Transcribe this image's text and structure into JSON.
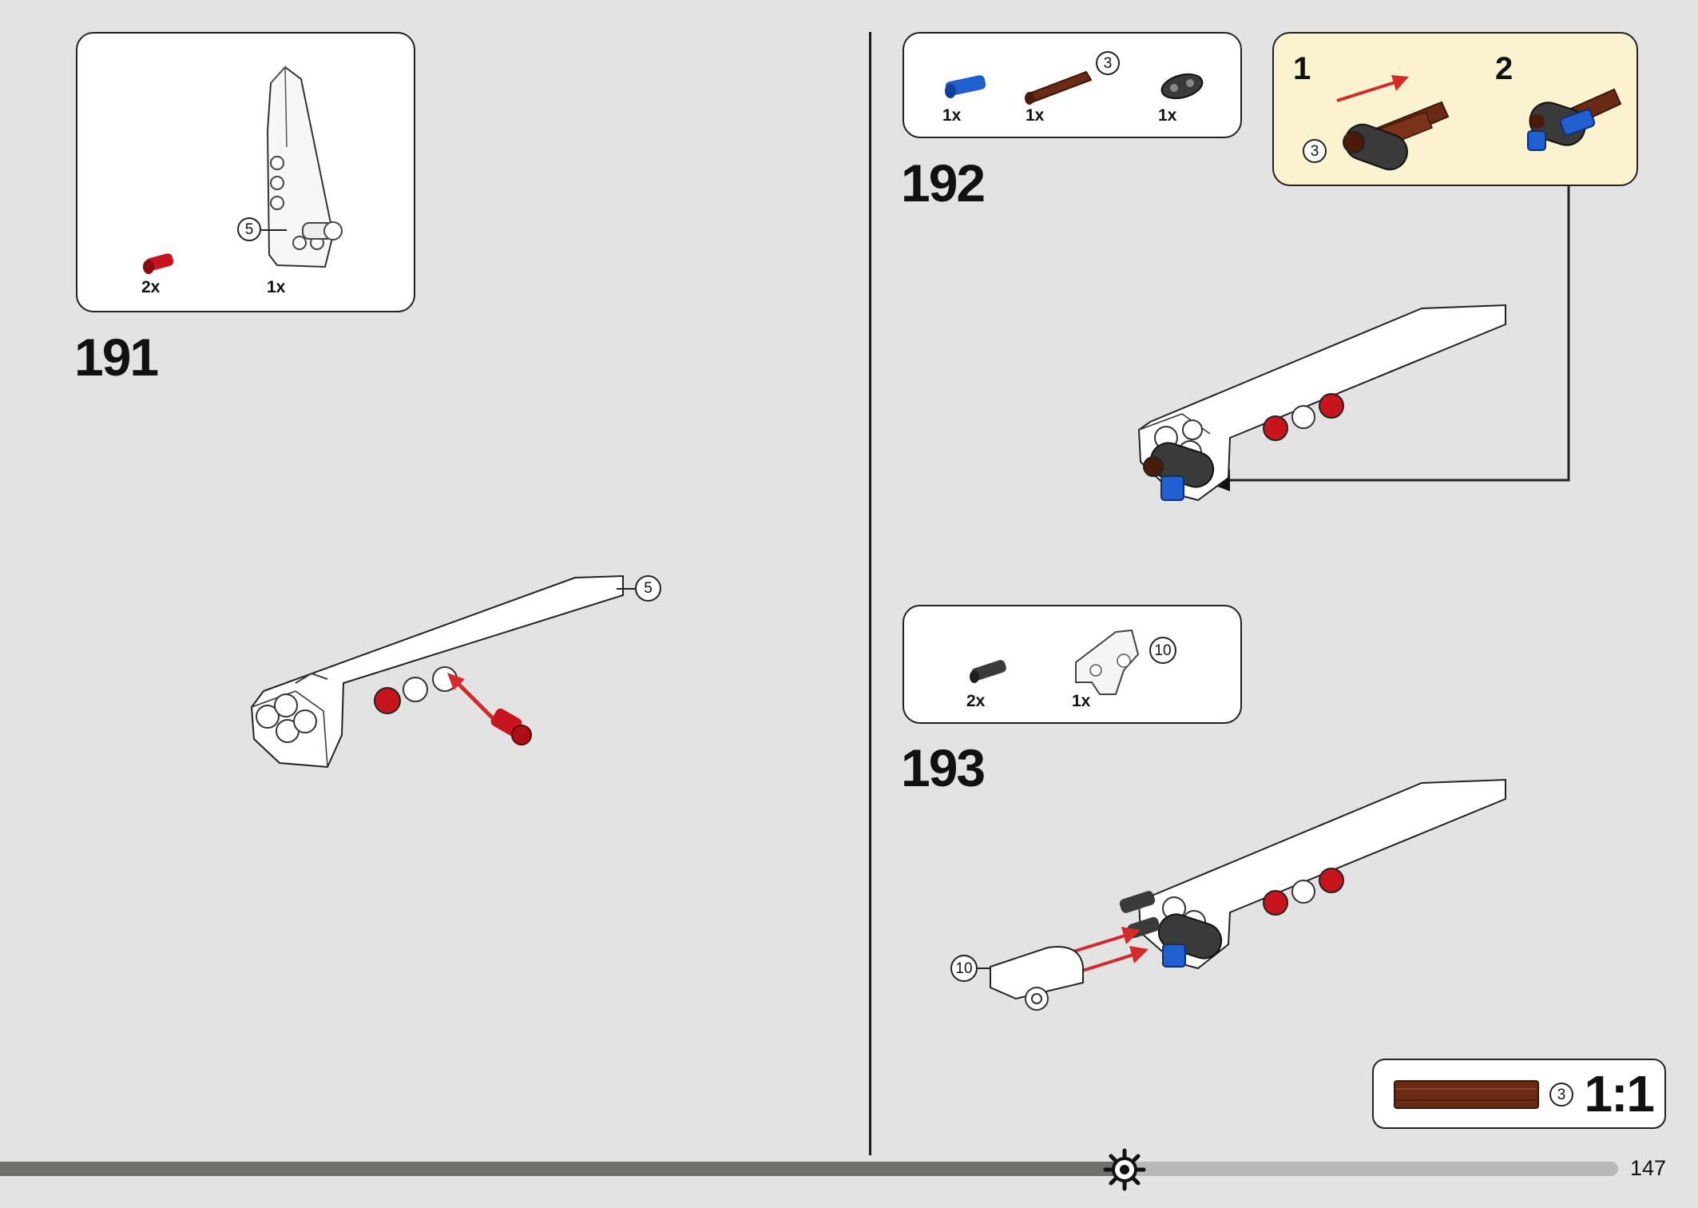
{
  "page": {
    "number": "147",
    "progress": 0.695
  },
  "steps": [
    {
      "number": "191",
      "parts": [
        {
          "qty": "2x",
          "name": "red-pin"
        },
        {
          "qty": "1x",
          "name": "white-panel",
          "callout": "5"
        }
      ],
      "assembly_callouts": [
        "5"
      ]
    },
    {
      "number": "192",
      "parts": [
        {
          "qty": "1x",
          "name": "blue-pin"
        },
        {
          "qty": "1x",
          "name": "brown-axle",
          "callout": "3"
        },
        {
          "qty": "1x",
          "name": "black-connector"
        }
      ],
      "substeps": [
        {
          "number": "1",
          "callout": "3"
        },
        {
          "number": "2"
        }
      ]
    },
    {
      "number": "193",
      "parts": [
        {
          "qty": "2x",
          "name": "black-pin"
        },
        {
          "qty": "1x",
          "name": "white-panel-curved",
          "callout": "10"
        }
      ],
      "assembly_callouts": [
        "10"
      ]
    }
  ],
  "scale_reference": {
    "callout": "3",
    "ratio": "1:1"
  },
  "icons": {
    "progress_marker": "gear-icon"
  },
  "colors": {
    "background": "#e3e3e3",
    "substep_background": "#fbf3cf",
    "arrow": "#d42a2a",
    "red_part": "#c8141c",
    "blue_part": "#1f5fd0",
    "brown_part": "#6a2a14",
    "dark_part": "#3a3a3a"
  }
}
